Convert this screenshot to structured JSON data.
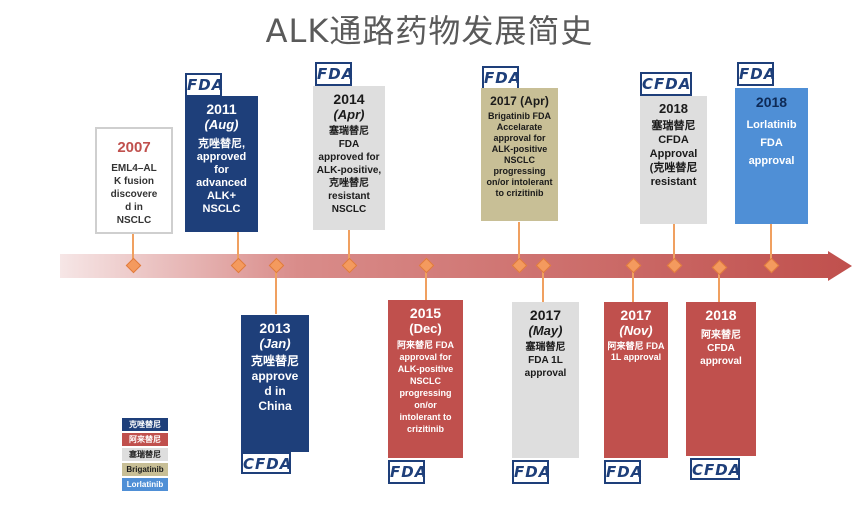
{
  "title": "ALK通路药物发展简史",
  "events": [
    {
      "id": "e2007",
      "year": "2007",
      "month": "",
      "text": "EML4–AL\nK fusion\ndiscovere\nd in\nNSCLC"
    },
    {
      "id": "e2011",
      "year": "2011",
      "month": "(Aug)",
      "text": "克唑替尼,\napproved\nfor\nadvanced\nALK+\nNSCLC"
    },
    {
      "id": "e2013",
      "year": "2013",
      "month": "(Jan)",
      "text": "克唑替尼\napprove\nd in\nChina"
    },
    {
      "id": "e2014",
      "year": "2014",
      "month": "(Apr)",
      "text": "塞瑞替尼\nFDA\napproved for\nALK-positive,\n克唑替尼\nresistant\nNSCLC"
    },
    {
      "id": "e2015",
      "year": "2015",
      "month": "(Dec)",
      "text": "阿来替尼 FDA\napproval for\nALK-positive\nNSCLC\nprogressing\non/or\nintolerant to\ncrizitinib"
    },
    {
      "id": "e2017apr",
      "year": "2017 (Apr)",
      "month": "",
      "text": "Brigatinib FDA\nAccelarate\napproval for\nALK-positive\nNSCLC\nprogressing\non/or intolerant\nto crizitinib"
    },
    {
      "id": "e2017may",
      "year": "2017",
      "month": "(May)",
      "text": "塞瑞替尼\nFDA 1L\napproval"
    },
    {
      "id": "e2017nov",
      "year": "2017",
      "month": "(Nov)",
      "text": "阿来替尼 FDA\n1L approval"
    },
    {
      "id": "e2018cfda1",
      "year": "2018",
      "month": "",
      "text": "塞瑞替尼\nCFDA\nApproval\n(克唑替尼\nresistant"
    },
    {
      "id": "e2018cfda2",
      "year": "2018",
      "month": "",
      "text": "阿来替尼\nCFDA\napproval"
    },
    {
      "id": "e2018lor",
      "year": "2018",
      "month": "",
      "text": "Lorlatinib\nFDA\napproval"
    }
  ],
  "logos": {
    "fda": "FDA",
    "cfda": "CFDA"
  },
  "legend": [
    {
      "label": "克唑替尼",
      "color": "#1e3f7a",
      "text_color": "#ffffff"
    },
    {
      "label": "阿来替尼",
      "color": "#c0504d",
      "text_color": "#ffffff"
    },
    {
      "label": "塞瑞替尼",
      "color": "#dedede",
      "text_color": "#1a1a1a"
    },
    {
      "label": "Brigatinib",
      "color": "#c8bf96",
      "text_color": "#1a1a1a"
    },
    {
      "label": "Lorlatinib",
      "color": "#4f8fd6",
      "text_color": "#ffffff"
    }
  ],
  "colors": {
    "timeline_start": "#f6e6e6",
    "timeline_end": "#c0504d",
    "marker": "#f49a5e",
    "connector": "#f0a060"
  }
}
